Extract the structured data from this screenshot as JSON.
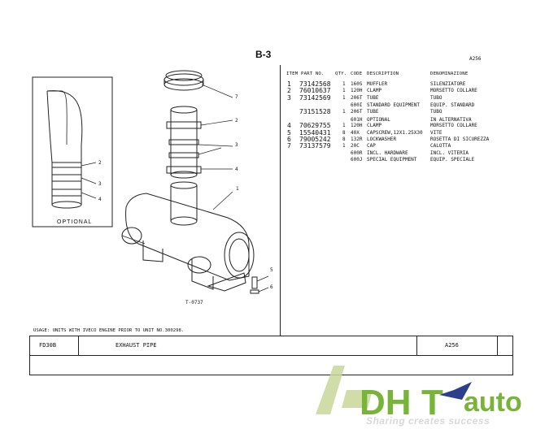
{
  "page_label": "B-3",
  "ref_top": "A256",
  "headers": {
    "item": "ITEM",
    "part_no": "PART NO.",
    "qty": "QTY.",
    "code": "CODE",
    "description": "DESCRIPTION",
    "denominazione": "DENOMINAZIONE"
  },
  "rows": [
    {
      "item": "1",
      "part": "73142568",
      "qty": "1",
      "code": "160S",
      "desc": "MUFFLER",
      "den": "SILENZIATORE"
    },
    {
      "item": "2",
      "part": "76010637",
      "qty": "1",
      "code": "120H",
      "desc": "CLAMP",
      "den": "MORSETTO COLLARE"
    },
    {
      "item": "3",
      "part": "73142569",
      "qty": "1",
      "code": "206T",
      "desc": "TUBE",
      "den": "TUBO"
    },
    {
      "item": "",
      "part": "",
      "qty": "",
      "code": "600I",
      "desc": "STANDARD EQUIPMENT",
      "den": "EQUIP. STANDARD"
    },
    {
      "item": "",
      "part": "73151528",
      "qty": "1",
      "code": "206T",
      "desc": "TUBE",
      "den": "TUBO"
    },
    {
      "item": "",
      "part": "",
      "qty": "",
      "code": "601H",
      "desc": "OPTIONAL",
      "den": "IN ALTERNATIVA"
    },
    {
      "item": "4",
      "part": "70629755",
      "qty": "1",
      "code": "120H",
      "desc": "CLAMP",
      "den": "MORSETTO COLLARE"
    },
    {
      "item": "5",
      "part": "15540431",
      "qty": "8",
      "code": "40X",
      "desc": "CAPSCREW,12X1.25X30",
      "den": "VITE"
    },
    {
      "item": "6",
      "part": "79005242",
      "qty": "8",
      "code": "132R",
      "desc": "LOCKWASHER",
      "den": "ROSETTA DI SICUREZZA"
    },
    {
      "item": "7",
      "part": "73137579",
      "qty": "1",
      "code": "20C",
      "desc": "CAP",
      "den": "CALOTTA"
    },
    {
      "item": "",
      "part": "",
      "qty": "",
      "code": "600R",
      "desc": "INCL. HARDWARE",
      "den": "INCL. VITERIA"
    },
    {
      "item": "",
      "part": "",
      "qty": "",
      "code": "600J",
      "desc": "SPECIAL EQUIPMENT",
      "den": "EQUIP. SPECIALE"
    }
  ],
  "drawing": {
    "figure_id": "T-0737",
    "optional_label": "OPTIONAL",
    "callouts": [
      "1",
      "2",
      "3",
      "4",
      "5",
      "6",
      "7"
    ],
    "inset_callouts": [
      "2",
      "3",
      "4"
    ]
  },
  "note": "USAGE: UNITS WITH IVECO ENGINE PRIOR TO UNIT NO.300298.",
  "footer": {
    "model": "FD30B",
    "title": "EXHAUST PIPE",
    "ref": "A256"
  },
  "watermark": {
    "brand": "DHT auto",
    "tagline": "Sharing creates success"
  }
}
